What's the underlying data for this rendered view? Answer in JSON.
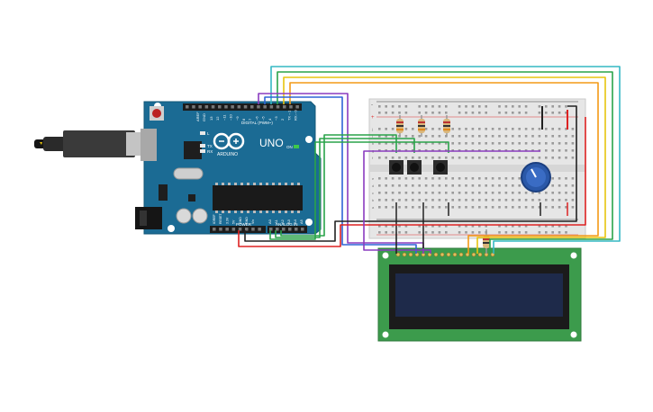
{
  "board": {
    "brand": "ARDUINO",
    "model": "UNO",
    "header_digital": "DIGITAL (PWM~)",
    "header_power": "POWER",
    "header_analog": "ANALOG IN",
    "tx": "TX",
    "rx": "RX",
    "l": "L",
    "on": "ON",
    "aref": "AREF",
    "gnd": "GND",
    "digital_pins": [
      "13",
      "12",
      "~11",
      "~10",
      "~9",
      "8",
      "7",
      "~6",
      "~5",
      "4",
      "~3",
      "2",
      "TX→1",
      "RX←0"
    ],
    "power_pins": [
      "IOREF",
      "RESET",
      "3.3V",
      "5V",
      "GND",
      "GND",
      "Vin"
    ],
    "analog_pins": [
      "A0",
      "A1",
      "A2",
      "A3",
      "A4",
      "A5"
    ]
  },
  "breadboard": {
    "row_letters": [
      "a",
      "b",
      "c",
      "d",
      "e",
      "f",
      "g",
      "h",
      "i",
      "j"
    ],
    "plus": "+",
    "minus": "-"
  },
  "lcd": {
    "screen_text_line1": "",
    "screen_text_line2": ""
  },
  "colors": {
    "board_blue": "#1b6b94",
    "breadboard": "#e6e6e6",
    "lcd_pcb": "#3c9b4c",
    "lcd_screen": "#1e2a4a",
    "wire_red": "#d22",
    "wire_black": "#222",
    "wire_purple": "#8a3bbf",
    "wire_green": "#2aa34a",
    "wire_teal": "#35b8c4",
    "wire_yellow": "#e8c40e",
    "wire_orange": "#f39a16",
    "wire_blue": "#2f64d6",
    "potentiometer": "#2a58a8"
  }
}
